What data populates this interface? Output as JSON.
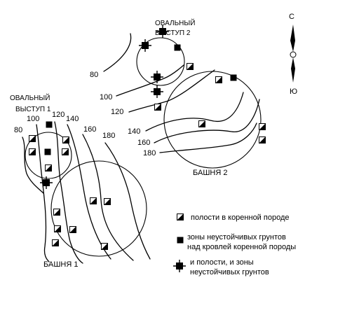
{
  "compass": {
    "north_label": "С",
    "south_label": "Ю"
  },
  "features": {
    "oval_1": "ОВАЛЬНЫЙ\nВЫСТУП 1",
    "oval_2": "ОВАЛЬНЫЙ\nВЫСТУП 2",
    "tower_1": "БАШНЯ 1",
    "tower_2": "БАШНЯ 2"
  },
  "contours": {
    "west": [
      "80",
      "100",
      "120",
      "140",
      "160",
      "180"
    ],
    "east": [
      "80",
      "100",
      "120",
      "140",
      "160",
      "180"
    ]
  },
  "legend": {
    "items": [
      {
        "symbol": "void",
        "text": "полости в коренной породе"
      },
      {
        "symbol": "unstable",
        "text": "зоны неустойчивых грунтов\nнад кровлей коренной породы"
      },
      {
        "symbol": "both",
        "text": "и полости, и зоны\nнеустойчивых грунтов"
      }
    ]
  }
}
